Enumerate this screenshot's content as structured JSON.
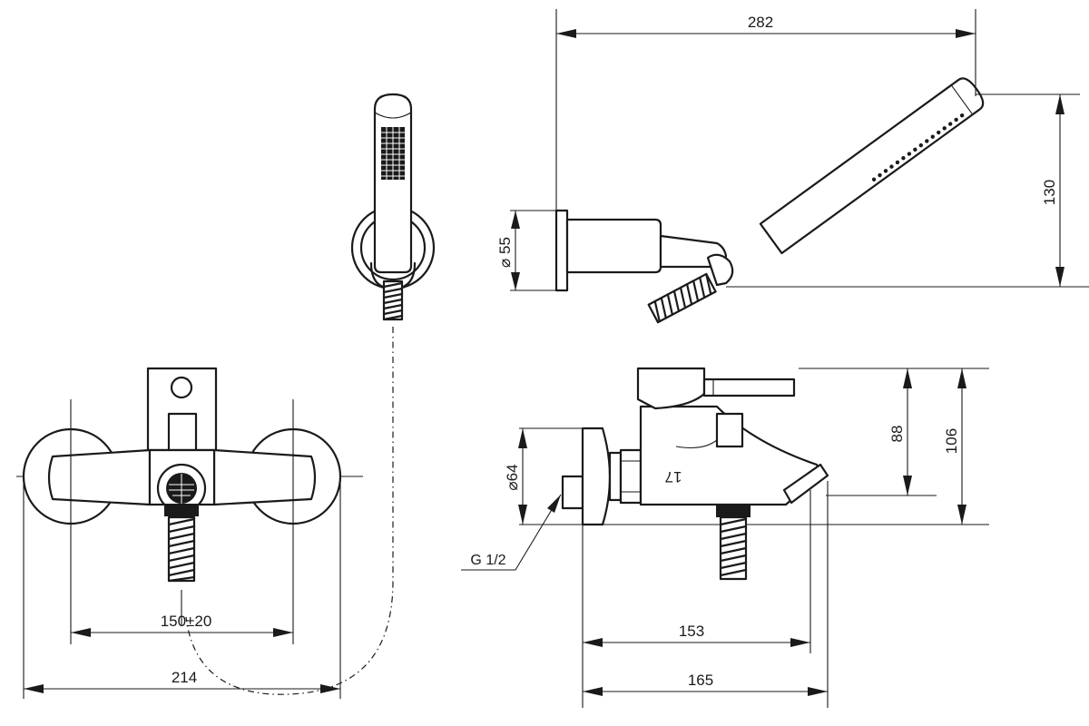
{
  "dimensions": {
    "overall_length": "282",
    "handshower_height": "130",
    "holder_diameter": "⌀ 55",
    "centers": "150±20",
    "front_width": "214",
    "depth_outlet": "153",
    "depth_total": "165",
    "height_outlet": "88",
    "height_total": "106",
    "rosette_diameter": "⌀64",
    "thread": "G 1/2"
  },
  "mark": "17"
}
